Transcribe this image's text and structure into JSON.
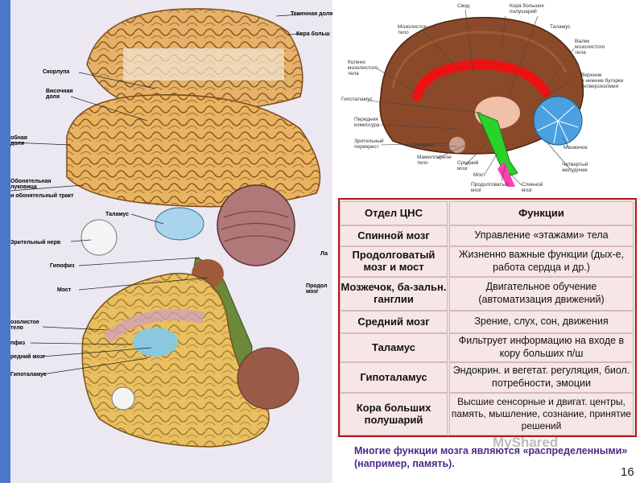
{
  "left_labels": {
    "temennaya": "Теменная доля",
    "kora": "Кора больш",
    "skorlupa": "Скорлупа",
    "visochnaya": "Височная\nдоля",
    "obon_dolya": "обная\nдоля",
    "obon_lukovica": "Обонятельная\nлуковица",
    "obon_trakt": "и обонятельный тракт",
    "talamus": "Таламус",
    "zritel_nerv": "Зрительный нерв",
    "gipofiz": "Гипофиз",
    "most": "Мост",
    "mozolist": "озолистое\nтело",
    "pfiz": "пфиз",
    "sredniy": "редний мозг",
    "gipotalamus": "Гипоталамус",
    "la": "Ла",
    "prodolg": "Продол\nмозг"
  },
  "right_labels": {
    "svod": "Свод",
    "kora_bp": "Кора больших\nполушарий",
    "talamus": "Таламус",
    "mozolist": "Мозолистое\nтело",
    "valik": "Валик\nмозолистого\nтела",
    "koleno": "Колено\nмозолистого\nтела",
    "verhnie": "Верхние\nи нижние бугорки\nчетверохолмия",
    "gipotalamus": "Гипоталамус",
    "perednyaya": "Передняя\nкомиссура",
    "zritel_perekrest": "Зрительный\nперекрест",
    "gipofiz": "Гипофиз",
    "mamill": "Мамиллярное\nтело",
    "sredniy": "Средний\nмозг",
    "most": "Мост",
    "prodolg": "Продолговатый\nмозг",
    "spinnoy": "Спинной\nмозг",
    "mozzhechok": "Мозжечок",
    "chetvertyi": "Четвертый\nжелудочек"
  },
  "table": {
    "header_left": "Отдел ЦНС",
    "header_right": "Функции",
    "rows": [
      {
        "dept": "Спинной мозг",
        "func": "Управление «этажами» тела"
      },
      {
        "dept": "Продолговатый мозг и мост",
        "func": "Жизненно важные функции (дых-е, работа сердца и др.)"
      },
      {
        "dept": "Мозжечок, ба-зальн. ганглии",
        "func": "Двигательное обучение (автоматизация движений)"
      },
      {
        "dept": "Средний мозг",
        "func": "Зрение, слух, сон, движения"
      },
      {
        "dept": "Таламус",
        "func": "Фильтрует информацию на входе в кору больших п/ш"
      },
      {
        "dept": "Гипоталамус",
        "func": "Эндокрин. и вегетат. регуляция, биол. потребности, эмоции"
      },
      {
        "dept": "Кора больших полушарий",
        "func": "Высшие сенсорные и двигат. центры, память, мышление, сознание, принятие решений"
      }
    ]
  },
  "footer": "Многие функции мозга являются «распределенными» (например, память).",
  "watermark": "MyShared",
  "page_number": "16",
  "colors": {
    "table_border": "#b01818",
    "table_bg": "#f3dede",
    "footer_text": "#4a2a8a",
    "strip": "#4a78c8"
  }
}
